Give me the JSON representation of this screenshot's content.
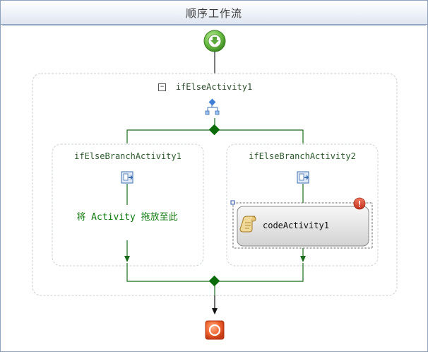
{
  "designer": {
    "title": "顺序工作流"
  },
  "if_else": {
    "name": "ifElseActivity1",
    "collapse_glyph": "−"
  },
  "branches": [
    {
      "name": "ifElseBranchActivity1",
      "drop_hint": "将 Activity 拖放至此"
    },
    {
      "name": "ifElseBranchActivity2",
      "activity": {
        "name": "codeActivity1",
        "icon": "scroll-icon",
        "error_badge": "!"
      }
    }
  ],
  "colors": {
    "connector": "#1a6b1a",
    "diamond": "#0b6b0b",
    "start": "#5aa83a",
    "end": "#e8562e",
    "frame_dash": "#c8ced6",
    "error": "#d9432f"
  },
  "icons": {
    "start": "arrow-down-circle-icon",
    "end": "stop-circle-icon",
    "branch_icon": "branch-icon",
    "sequence_icon": "sequence-icon"
  }
}
